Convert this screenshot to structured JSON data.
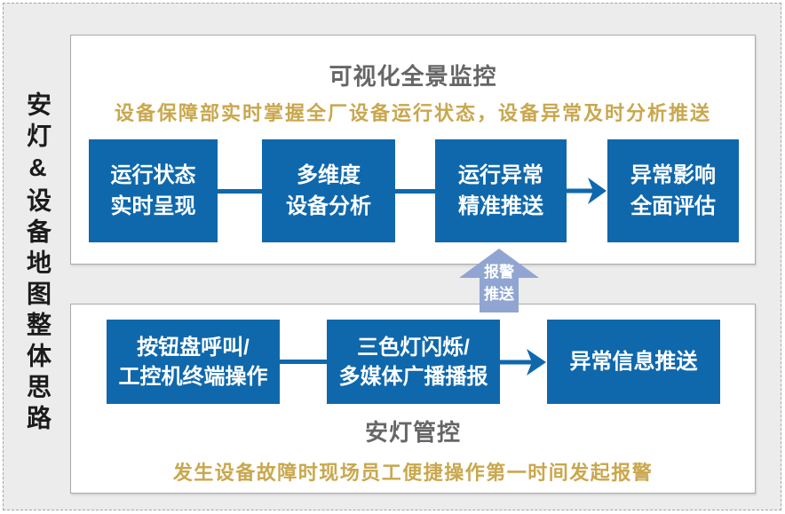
{
  "sidebar": {
    "title": "安灯&设备地图整体思路"
  },
  "top_panel": {
    "title": "可视化全景监控",
    "subtitle": "设备保障部实时掌握全厂设备运行状态，设备异常及时分析推送",
    "steps": [
      {
        "label": "运行状态\n实时呈现"
      },
      {
        "label": "多维度\n设备分析"
      },
      {
        "label": "运行异常\n精准推送"
      },
      {
        "label": "异常影响\n全面评估"
      }
    ]
  },
  "alarm_arrow": {
    "label": "报警\n推送"
  },
  "bottom_panel": {
    "title": "安灯管控",
    "subtitle": "发生设备故障时现场员工便捷操作第一时间发起报警",
    "steps": [
      {
        "label": "按钮盘呼叫/\n工控机终端操作"
      },
      {
        "label": "三色灯闪烁/\n多媒体广播播报"
      },
      {
        "label": "异常信息推送"
      }
    ]
  },
  "colors": {
    "box_blue": "#0F68AC",
    "up_arrow_blue": "#90A5D2",
    "gold": "#C9A74D",
    "title_gray": "#666666",
    "panel_border": "#A9A9A9",
    "canvas_bg": "#ECECEC",
    "sidebar_text": "#1B1B1B"
  }
}
